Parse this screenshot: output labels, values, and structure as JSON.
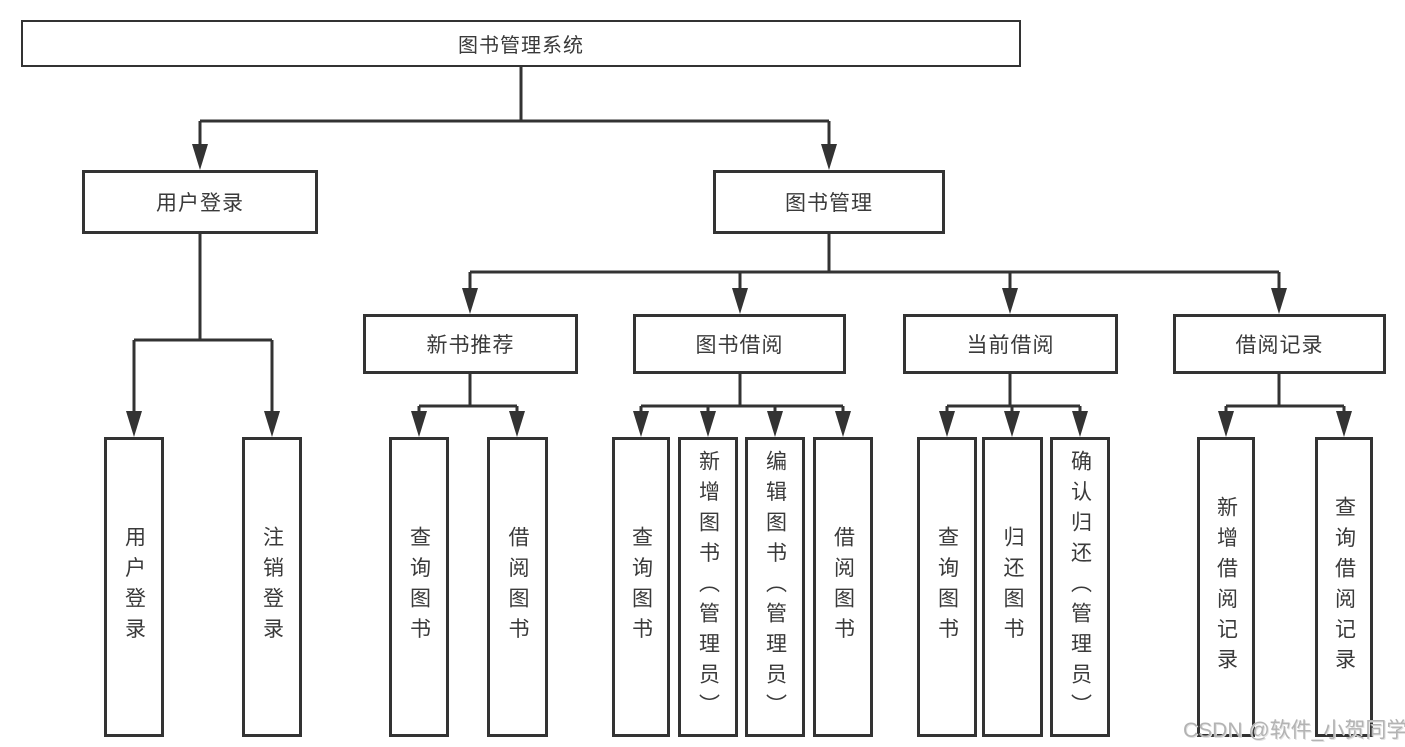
{
  "diagram": {
    "root": {
      "label": "图书管理系统"
    },
    "level2": [
      {
        "label": "用户登录"
      },
      {
        "label": "图书管理"
      }
    ],
    "level3": [
      {
        "label": "新书推荐",
        "parent": "图书管理"
      },
      {
        "label": "图书借阅",
        "parent": "图书管理"
      },
      {
        "label": "当前借阅",
        "parent": "图书管理"
      },
      {
        "label": "借阅记录",
        "parent": "图书管理"
      }
    ],
    "leaves": [
      {
        "label": "用户登录",
        "parent": "用户登录"
      },
      {
        "label": "注销登录",
        "parent": "用户登录"
      },
      {
        "label": "查询图书",
        "parent": "新书推荐"
      },
      {
        "label": "借阅图书",
        "parent": "新书推荐"
      },
      {
        "label": "查询图书",
        "parent": "图书借阅"
      },
      {
        "label": "新增图书（管理员）",
        "parent": "图书借阅"
      },
      {
        "label": "编辑图书（管理员）",
        "parent": "图书借阅"
      },
      {
        "label": "借阅图书",
        "parent": "图书借阅"
      },
      {
        "label": "查询图书",
        "parent": "当前借阅"
      },
      {
        "label": "归还图书",
        "parent": "当前借阅"
      },
      {
        "label": "确认归还（管理员）",
        "parent": "当前借阅"
      },
      {
        "label": "新增借阅记录",
        "parent": "借阅记录"
      },
      {
        "label": "查询借阅记录",
        "parent": "借阅记录"
      }
    ]
  },
  "watermark": {
    "text": "CSDN @软件_小贺同学"
  },
  "colors": {
    "border": "#333333",
    "line": "#333333",
    "text": "#3a3a3a",
    "background": "#ffffff",
    "watermark": "#b3b3b3"
  }
}
